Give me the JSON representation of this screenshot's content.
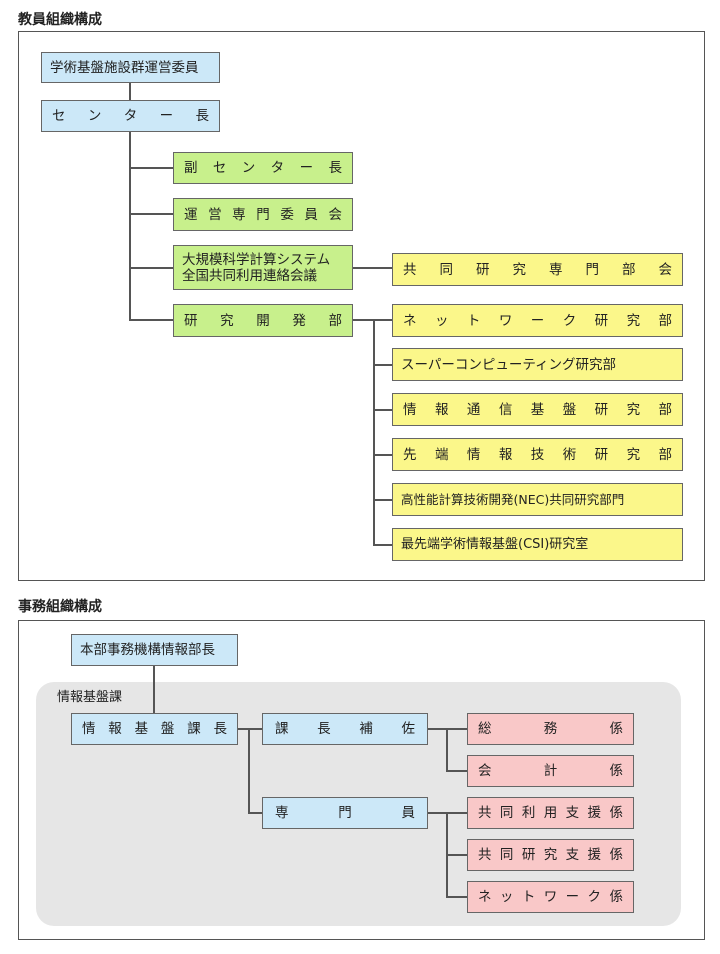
{
  "faculty": {
    "heading": "教員組織構成",
    "committee": "学術基盤施設群運営委員",
    "director": [
      "セ",
      "ン",
      "タ",
      "ー",
      "長"
    ],
    "deputy": [
      "副",
      "セ",
      "ン",
      "タ",
      "ー",
      "長"
    ],
    "steering": [
      "運",
      "営",
      "専",
      "門",
      "委",
      "員",
      "会"
    ],
    "council_line1": "大規模科学計算システム",
    "council_line2": "全国共同利用連絡会議",
    "joint_committee": [
      "共",
      "同",
      "研",
      "究",
      "専",
      "門",
      "部",
      "会"
    ],
    "rnd": [
      "研",
      "究",
      "開",
      "発",
      "部"
    ],
    "divisions": {
      "network": [
        "ネ",
        "ッ",
        "ト",
        "ワ",
        "ー",
        "ク",
        "研",
        "究",
        "部"
      ],
      "supercomputing": "スーパーコンピューティング研究部",
      "infocomm": [
        "情",
        "報",
        "通",
        "信",
        "基",
        "盤",
        "研",
        "究",
        "部"
      ],
      "advanced": [
        "先",
        "端",
        "情",
        "報",
        "技",
        "術",
        "研",
        "究",
        "部"
      ],
      "nec": "高性能計算技術開発(NEC)共同研究部門",
      "csi": "最先端学術情報基盤(CSI)研究室"
    }
  },
  "admin": {
    "heading": "事務組織構成",
    "director": "本部事務機構情報部長",
    "division_label": "情報基盤課",
    "division_head": [
      "情",
      "報",
      "基",
      "盤",
      "課",
      "長"
    ],
    "assistant": [
      "課",
      "長",
      "補",
      "佐"
    ],
    "specialist": [
      "専",
      "門",
      "員"
    ],
    "general": [
      "総",
      "務",
      "係"
    ],
    "accounting": [
      "会",
      "計",
      "係"
    ],
    "joint_use": [
      "共",
      "同",
      "利",
      "用",
      "支",
      "援",
      "係"
    ],
    "joint_research": [
      "共",
      "同",
      "研",
      "究",
      "支",
      "援",
      "係"
    ],
    "network": [
      "ネ",
      "ッ",
      "ト",
      "ワ",
      "ー",
      "ク",
      "係"
    ]
  }
}
